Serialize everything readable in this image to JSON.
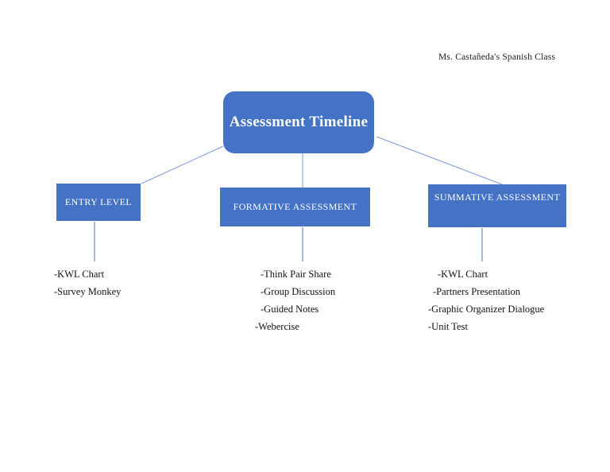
{
  "page": {
    "header_note": "Ms. Castañeda's Spanish Class",
    "background_color": "#ffffff",
    "accent_color": "#4472C4",
    "connector_color": "#7D99D4",
    "text_color": "#111111"
  },
  "diagram": {
    "type": "hierarchy-tree",
    "root": {
      "label": "Assessment Timeline"
    },
    "branches": [
      {
        "id": "entry-level",
        "label": "ENTRY LEVEL",
        "items": [
          {
            "text": "-KWL Chart",
            "indent": 0
          },
          {
            "text": "-Survey Monkey",
            "indent": 0
          }
        ]
      },
      {
        "id": "formative-assessment",
        "label": "FORMATIVE ASSESSMENT",
        "items": [
          {
            "text": "-Think Pair Share",
            "indent": 7
          },
          {
            "text": "-Group Discussion",
            "indent": 7
          },
          {
            "text": "-Guided Notes",
            "indent": 7
          },
          {
            "text": "-Webercise",
            "indent": 0
          }
        ]
      },
      {
        "id": "summative-assessment",
        "label": "SUMMATIVE ASSESSMENT",
        "items": [
          {
            "text": "-KWL Chart",
            "indent": 12
          },
          {
            "text": "-Partners Presentation",
            "indent": 6
          },
          {
            "text": "-Graphic Organizer Dialogue",
            "indent": 0
          },
          {
            "text": "-Unit Test",
            "indent": 0
          }
        ]
      }
    ]
  }
}
